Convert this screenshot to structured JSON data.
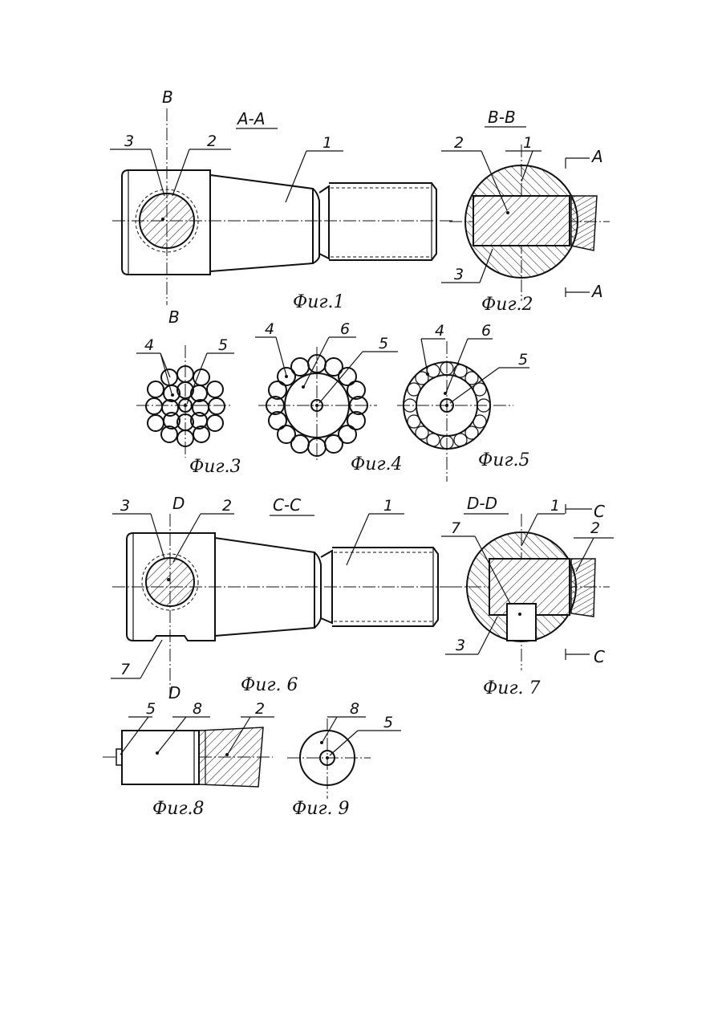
{
  "figures": {
    "fig1": "Фиг.1",
    "fig2": "Фиг.2",
    "fig3": "Фиг.3",
    "fig4": "Фиг.4",
    "fig5": "Фиг.5",
    "fig6": "Фиг. 6",
    "fig7": "Фиг. 7",
    "fig8": "Фиг.8",
    "fig9": "Фиг. 9"
  },
  "sections": {
    "aa": "А-А",
    "bb": "В-В",
    "cc": "С-С",
    "dd": "D-D",
    "b_letter": "В",
    "a_letter": "А",
    "c_letter": "С",
    "d_letter": "D"
  },
  "labels": {
    "n1": "1",
    "n2": "2",
    "n3": "3",
    "n4": "4",
    "n5": "5",
    "n6": "6",
    "n7": "7",
    "n8": "8"
  }
}
